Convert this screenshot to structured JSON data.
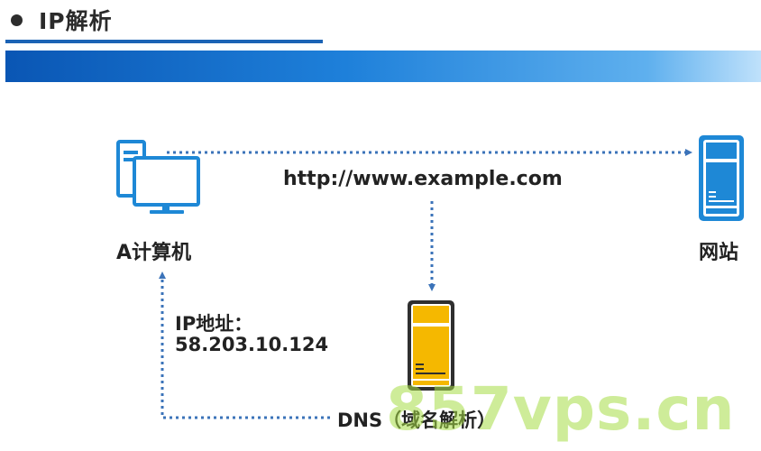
{
  "header": {
    "title": "IP解析"
  },
  "nodes": {
    "computer": {
      "label": "A计算机",
      "icon": "desktop-computer-icon"
    },
    "website": {
      "label": "网站",
      "icon": "server-icon",
      "color": "#1e88d6"
    },
    "dns": {
      "label": "DNS（域名解析）",
      "icon": "server-icon",
      "color": "#f5b800"
    }
  },
  "url_label": "http://www.example.com",
  "ip_label": {
    "line1": "IP地址：",
    "line2": "58.203.10.124"
  },
  "watermark": "857vps.cn",
  "colors": {
    "blue": "#1e88d6",
    "arrow": "#3b73b9",
    "yellow": "#f5b800",
    "title_underline": "#1b63b5"
  }
}
